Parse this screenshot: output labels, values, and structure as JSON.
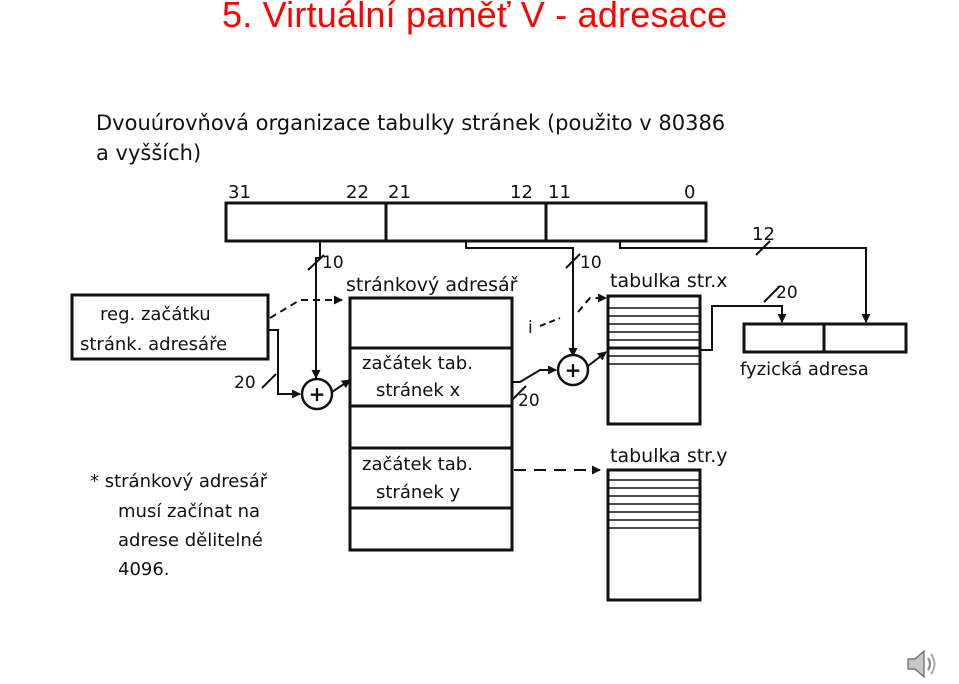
{
  "slide": {
    "title": "5. Virtuální paměť V - adresace"
  },
  "diagram": {
    "heading_line1": "Dvouúrovňová organizace tabulky stránek (použito v 80386",
    "heading_line2": "a vyšších)",
    "address": {
      "bit_31": "31",
      "bit_22": "22",
      "bit_21": "21",
      "bit_12": "12",
      "bit_11": "11",
      "bit_0": "0"
    },
    "width_labels": {
      "w10_dir": "10",
      "w10_tab": "10",
      "w12": "12",
      "w20_reg": "20",
      "w20_dir": "20",
      "w20_tab": "20"
    },
    "register_line1": "reg. začátku",
    "register_line2": "stránk. adresáře",
    "directory_label": "stránkový adresář",
    "dir_entry_x_line1": "začátek tab.",
    "dir_entry_x_line2": "stránek x",
    "dir_entry_y_line1": "začátek tab.",
    "dir_entry_y_line2": "stránek y",
    "index_label": "i",
    "plus_sign": "+",
    "page_table_x_label": "tabulka str.x",
    "page_table_y_label": "tabulka str.y",
    "physical_address_label": "fyzická adresa",
    "note_line1": "* stránkový adresář",
    "note_line2": "musí začínat na",
    "note_line3": "adrese dělitelné",
    "note_line4": "4096."
  },
  "icons": {
    "audio": "speaker-icon"
  }
}
